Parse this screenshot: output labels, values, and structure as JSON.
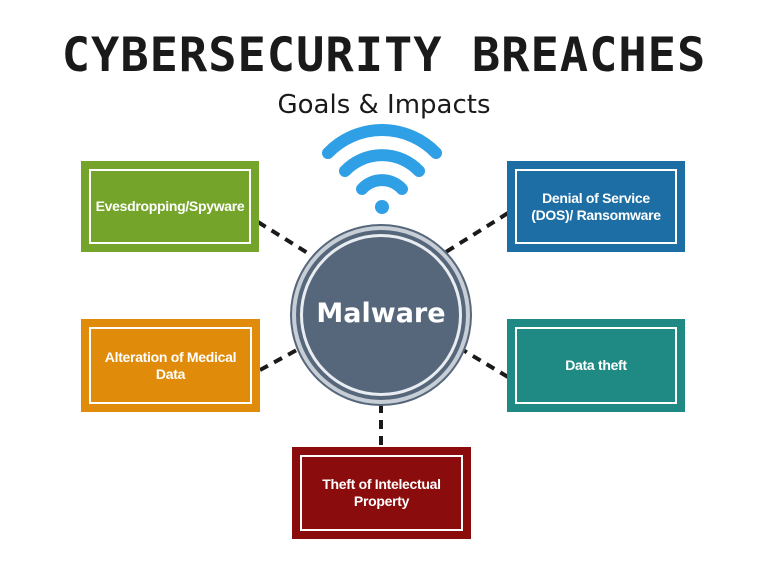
{
  "header": {
    "title": "CYBERSECURITY BREACHES",
    "subtitle": "Goals & Impacts"
  },
  "hub": {
    "label": "Malware",
    "icon": "wifi-icon",
    "color": "#56677b"
  },
  "nodes": [
    {
      "label": "Evesdropping/Spyware",
      "color": "#74a52a"
    },
    {
      "label": "Denial of Service (DOS)/ Ransomware",
      "color": "#1d6ea5"
    },
    {
      "label": "Alteration of  Medical Data",
      "color": "#e08c0a"
    },
    {
      "label": "Data theft",
      "color": "#1f8a84"
    },
    {
      "label": "Theft of Intelectual Property",
      "color": "#8b0c0c"
    }
  ],
  "wifi_color": "#2f9fe6"
}
